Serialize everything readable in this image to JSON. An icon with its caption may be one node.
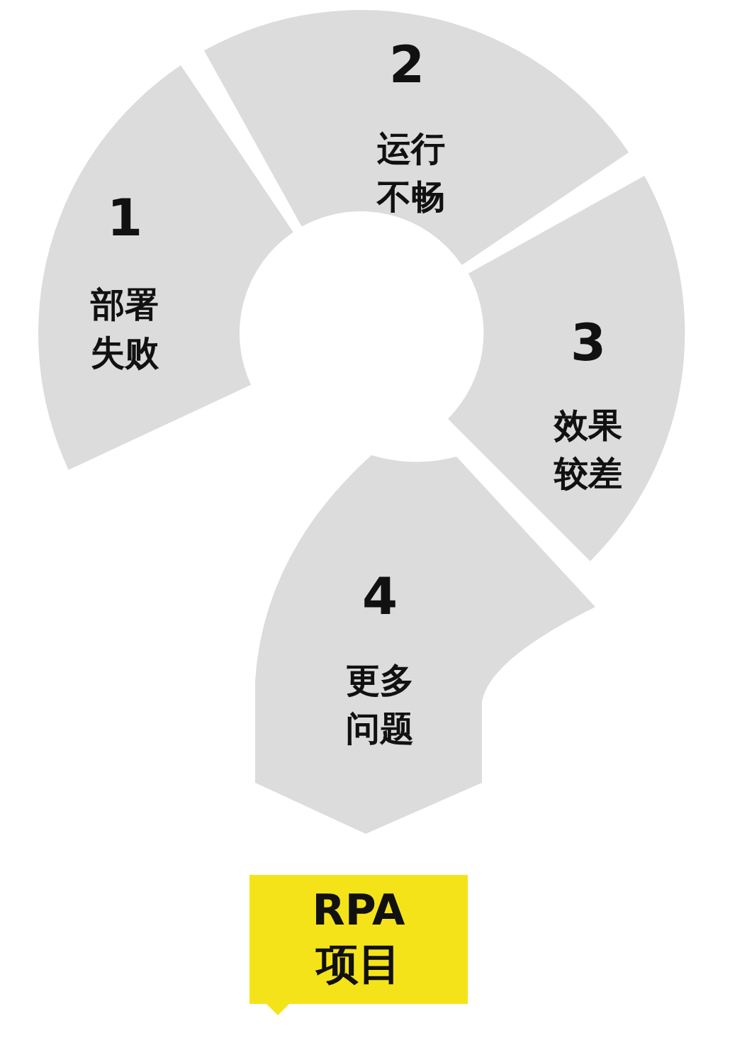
{
  "diagram": {
    "nodes": [
      {
        "text": [
          "1",
          "部署失败"
        ]
      },
      {
        "text": [
          "2",
          "运行不畅"
        ]
      },
      {
        "text": [
          "3",
          "效果较差"
        ]
      },
      {
        "text": [
          "4",
          "更多问题"
        ]
      },
      {
        "text": [
          "RPA项目"
        ]
      }
    ]
  }
}
